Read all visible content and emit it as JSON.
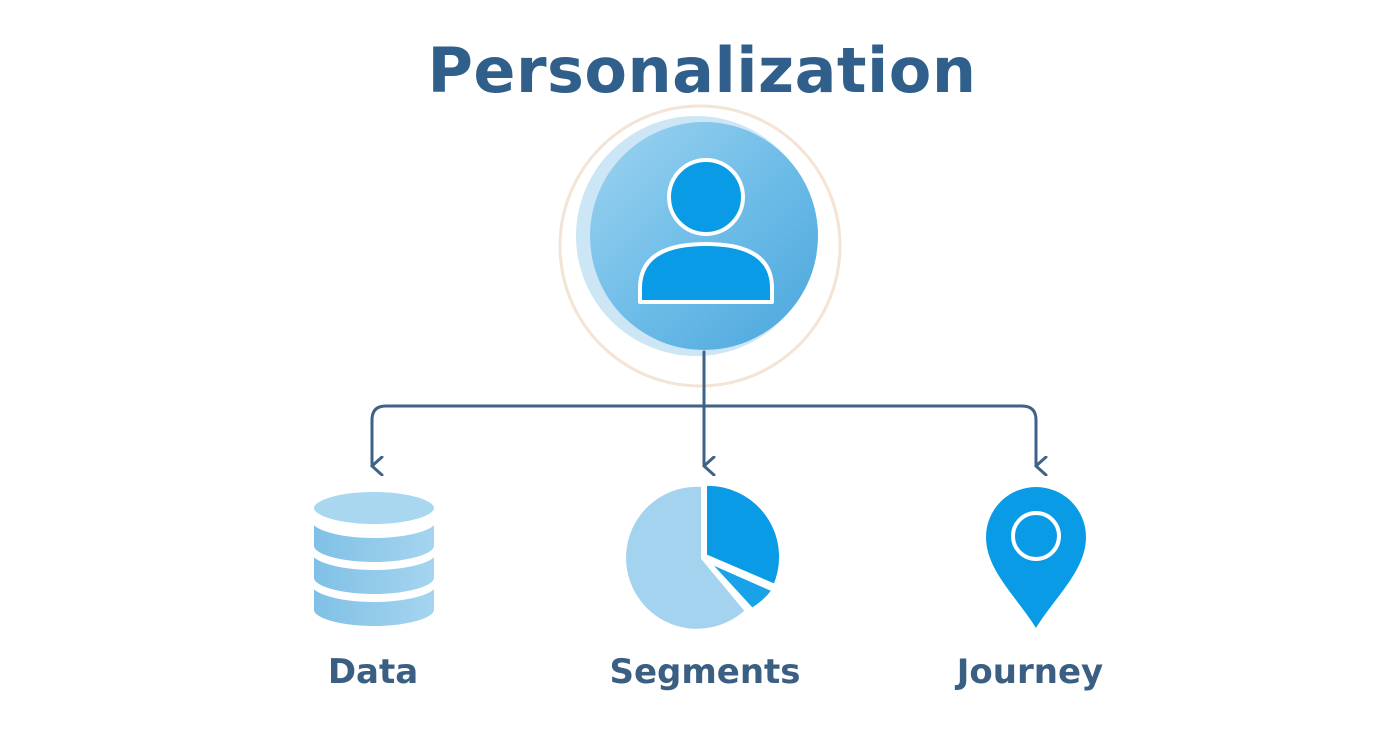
{
  "title": "Personalization",
  "nodes": {
    "root": {
      "icon": "user-icon"
    },
    "children": [
      {
        "label": "Data",
        "icon": "database-icon"
      },
      {
        "label": "Segments",
        "icon": "pie-chart-icon"
      },
      {
        "label": "Journey",
        "icon": "location-pin-icon"
      }
    ]
  },
  "colors": {
    "title": "#2f5f8a",
    "label": "#3a5f82",
    "connector": "#3e6386",
    "accent": "#0a9be6",
    "light_accent": "#9fd0ec",
    "user_circle": "#68b9e6"
  }
}
